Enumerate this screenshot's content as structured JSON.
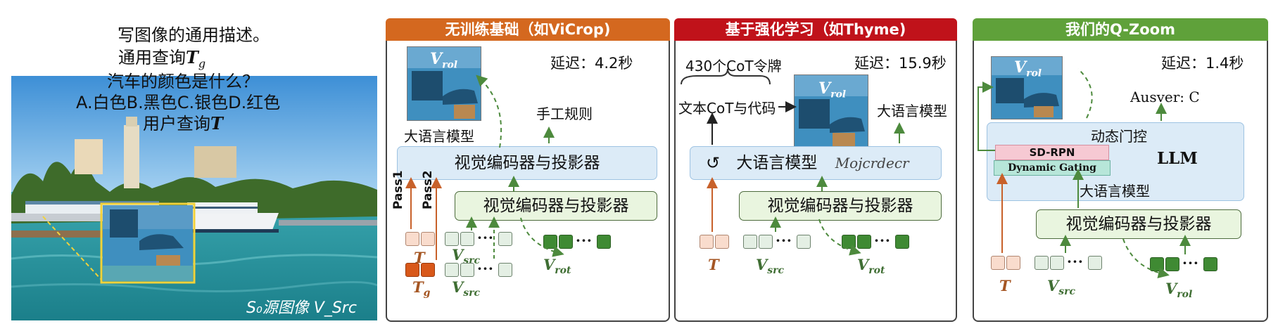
{
  "left": {
    "caption_line1": "写图像的通用描述。",
    "generic_query_label": "通用查询",
    "generic_query_var": "T",
    "generic_query_sub": "g",
    "question": "汽车的颜色是什么？",
    "options": "A.白色B.黑色C.银色D.红色",
    "user_query_label": "用户查询",
    "user_query_var": "T",
    "source_label": "S₀源图像 V_Src"
  },
  "panel1": {
    "title": "无训练基础（如ViCrop)",
    "header_color": "#d4681f",
    "latency": "延迟：4.2秒",
    "thumb_label": "V",
    "thumb_sub": "rol",
    "mllm_label": "大语言模型",
    "rule_label": "手工规则",
    "encoder_top": "视觉编码器与投影器",
    "encoder_bottom": "视觉编码器与投影器",
    "pass1": "Pass1",
    "pass2": "Pass2",
    "t_label": "T",
    "tg_label": "T",
    "tg_sub": "g",
    "vsrc1": "V",
    "vsrc1_sub": "src",
    "vsrc2": "V",
    "vsrc2_sub": "src",
    "vrot": "V",
    "vrot_sub": "rot",
    "dots": "···"
  },
  "panel2": {
    "title": "基于强化学习（如Thyme)",
    "header_color": "#c0121a",
    "latency": "延迟：15.9秒",
    "cot_tokens": "430个CoT令牌",
    "cot_code": "文本CoT与代码",
    "thumb_label": "V",
    "thumb_sub": "rol",
    "mllm_label": "大语言模型",
    "llm_box": "大语言模型",
    "llm_scribble": "Mojcrdecr",
    "loop_icon": "↺",
    "encoder": "视觉编码器与投影器",
    "t_label": "T",
    "vsrc": "V",
    "vsrc_sub": "src",
    "vrot": "V",
    "vrot_sub": "rot",
    "dots": "···"
  },
  "panel3": {
    "title": "我们的Q-Zoom",
    "header_color": "#5fa13a",
    "latency": "延迟：1.4秒",
    "thumb_label": "V",
    "thumb_sub": "rol",
    "answer": "Ausver: C",
    "gate_label": "动态门控",
    "sdrpn": "SD-RPN",
    "dyn_gating": "Dynamic Gating",
    "llm": "LLM",
    "mllm_label": "大语言模型",
    "encoder": "视觉编码器与投影器",
    "t_label": "T",
    "vsrc": "V",
    "vsrc_sub": "src",
    "vrot": "V",
    "vrot_sub": "rol",
    "dots": "···"
  }
}
